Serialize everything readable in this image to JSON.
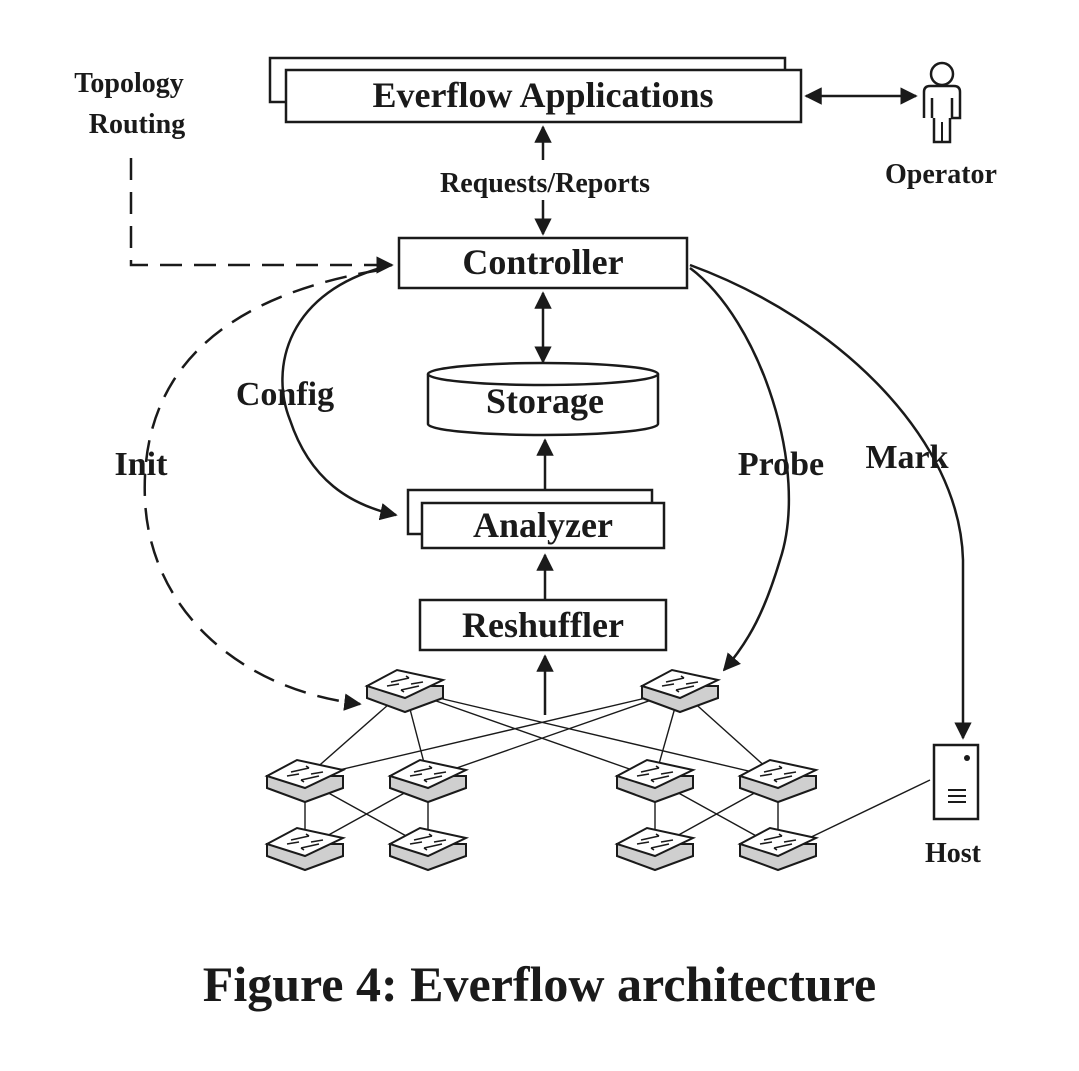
{
  "nodes": {
    "applications": "Everflow Applications",
    "controller": "Controller",
    "storage": "Storage",
    "analyzer": "Analyzer",
    "reshuffler": "Reshuffler",
    "operator": "Operator",
    "host": "Host"
  },
  "edge_labels": {
    "topology_line1": "Topology",
    "topology_line2": "Routing",
    "requests_reports": "Requests/Reports",
    "config": "Config",
    "init": "Init",
    "probe": "Probe",
    "mark": "Mark"
  },
  "caption": "Figure 4: Everflow architecture"
}
